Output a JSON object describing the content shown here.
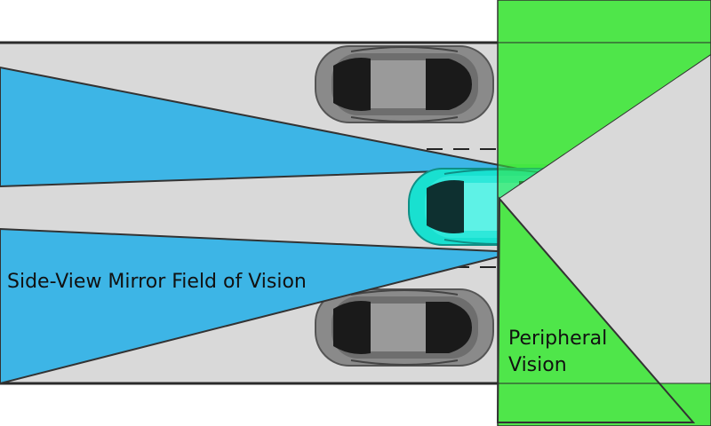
{
  "labels": {
    "mirror_field": "Side-View Mirror Field of Vision",
    "peripheral_line1": "Peripheral",
    "peripheral_line2": "Vision"
  },
  "colors": {
    "road": "#d9d9d9",
    "road_edge": "#2b2b2b",
    "lane_dash": "#222222",
    "mirror_zone": "#3db5e6",
    "peripheral_zone": "#4fe64a",
    "peripheral_overlay": "rgba(60,230,60,0.75)",
    "main_car": "#19e0d0",
    "other_car": "#808080",
    "window": "#1a1a1a"
  },
  "vehicles": [
    {
      "role": "ego",
      "lane": "center",
      "color_name": "cyan"
    },
    {
      "role": "adjacent",
      "lane": "left",
      "color_name": "gray"
    },
    {
      "role": "adjacent",
      "lane": "right",
      "color_name": "gray"
    }
  ]
}
